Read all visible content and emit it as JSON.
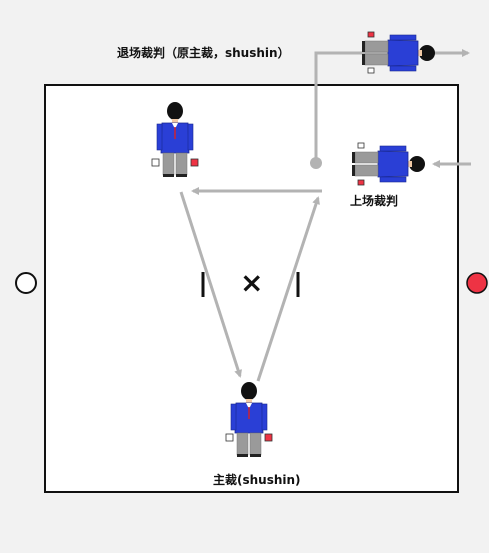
{
  "labels": {
    "outgoing_referee": "退场裁判（原主裁，shushin）",
    "incoming_referee": "上场裁判",
    "main_referee": "主裁(shushin)",
    "center_mark": "×"
  },
  "flags": {
    "white_color": "#ffffff",
    "red_color": "#ee3344"
  },
  "colors": {
    "background": "#f2f2f2",
    "court": "#ffffff",
    "court_border": "#111111",
    "path": "#b3b3b3",
    "uniform": "#2a3fd6",
    "trousers": "#9a9a9a"
  }
}
